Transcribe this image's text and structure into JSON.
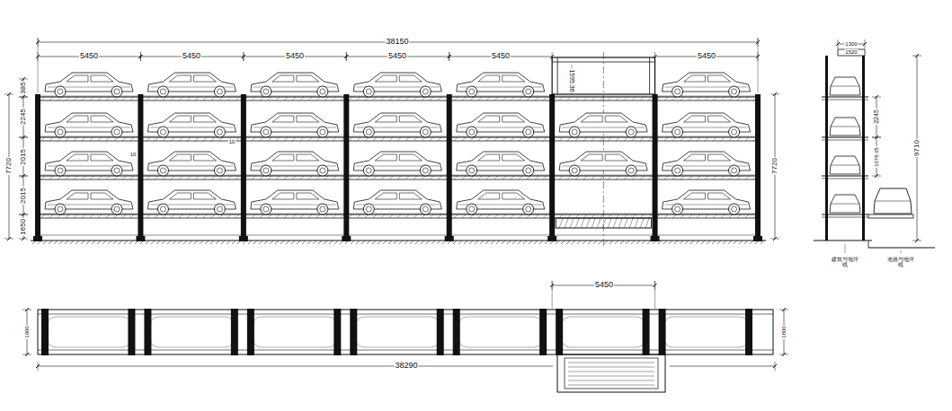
{
  "diagram": {
    "labels": [
      "38150",
      "5450",
      "5450",
      "5450",
      "5450",
      "5450",
      "5450",
      "385",
      "2245",
      "2015",
      "2015",
      "1650",
      "7720",
      "7720",
      "10",
      "10",
      "1595.36",
      "1300",
      "1520",
      "2245",
      "1678.65",
      "9710",
      "建筑与地坪线",
      "道路与地坪线",
      "5450",
      "38290",
      "1900",
      "1800"
    ]
  }
}
